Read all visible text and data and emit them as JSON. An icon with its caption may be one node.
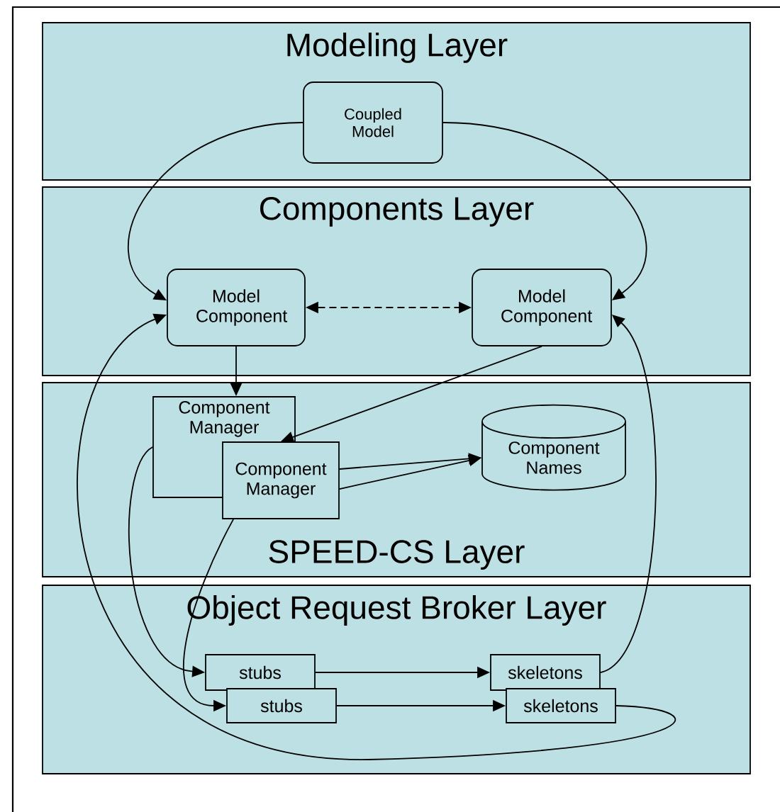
{
  "diagram": {
    "nodes": [
      {
        "text": [
          "Modeling Layer"
        ]
      },
      {
        "text": [
          "Coupled Model"
        ],
        "in": 0
      },
      {
        "text": [
          "Components Layer"
        ]
      },
      {
        "text": [
          "Model Component"
        ],
        "in": 2
      },
      {
        "text": [
          "Model Component"
        ],
        "in": 2
      },
      {
        "text": [
          "SPEED-CS Layer"
        ]
      },
      {
        "text": [
          "Component Manager"
        ],
        "in": 5
      },
      {
        "text": [
          "Component Manager"
        ],
        "in": 5
      },
      {
        "text": [
          "Component Names"
        ],
        "in": 5
      },
      {
        "text": [
          "Object Request Broker Layer"
        ]
      },
      {
        "text": [
          "stubs"
        ],
        "in": 9
      },
      {
        "text": [
          "stubs"
        ],
        "in": 9
      },
      {
        "text": [
          "skeletons"
        ],
        "in": 9
      },
      {
        "text": [
          "skeletons"
        ],
        "in": 9
      }
    ],
    "edges": [
      {
        "from": 1,
        "to": 3,
        "arrow": "to"
      },
      {
        "from": 1,
        "to": 4,
        "arrow": "to"
      },
      {
        "from": 3,
        "to": 4,
        "arrow": "both",
        "style": "dashed"
      },
      {
        "from": 3,
        "to": 6,
        "arrow": "to"
      },
      {
        "from": 4,
        "to": 7,
        "arrow": "to"
      },
      {
        "from": 7,
        "to": 8,
        "arrow": "to"
      },
      {
        "from": 7,
        "to": 8,
        "arrow": "to"
      },
      {
        "from": 6,
        "to": 10,
        "arrow": "to"
      },
      {
        "from": 7,
        "to": 11,
        "arrow": "to"
      },
      {
        "from": 10,
        "to": 12,
        "arrow": "to"
      },
      {
        "from": 11,
        "to": 13,
        "arrow": "to"
      },
      {
        "from": 12,
        "to": 4,
        "arrow": "to"
      },
      {
        "from": 13,
        "to": 3,
        "arrow": "to"
      }
    ]
  }
}
